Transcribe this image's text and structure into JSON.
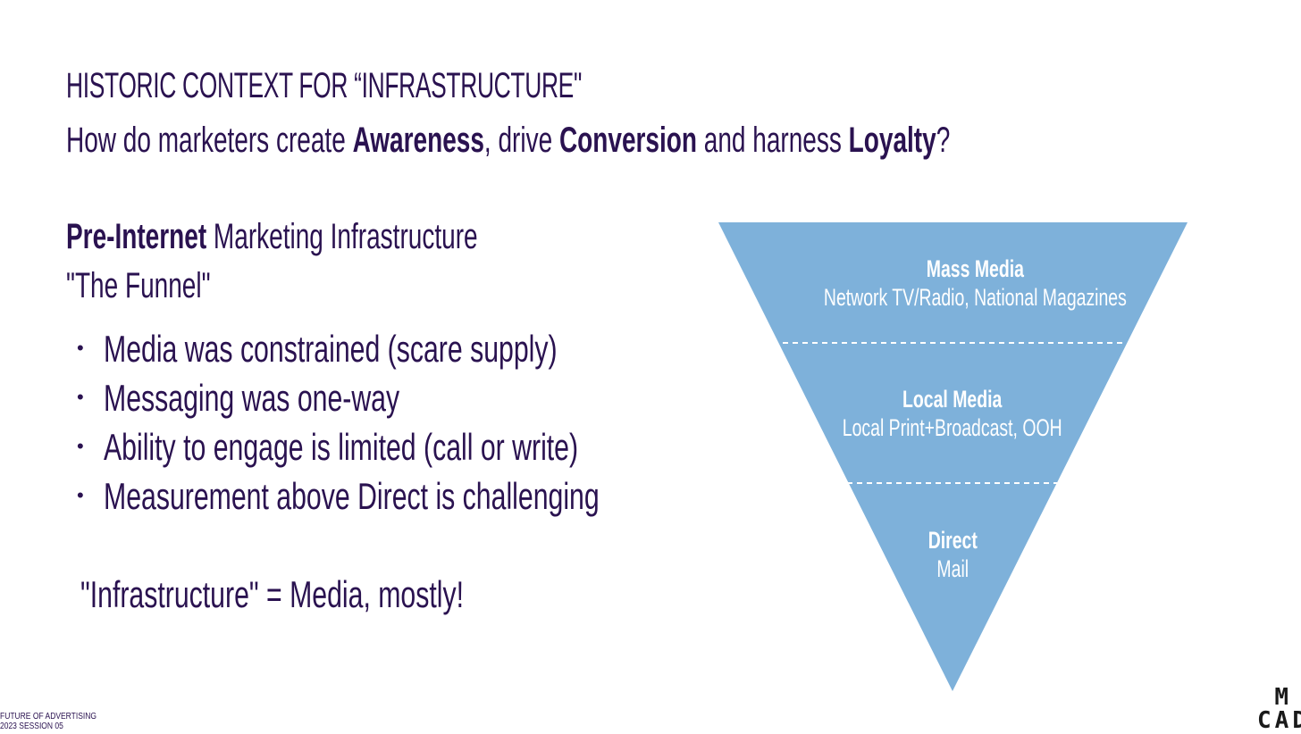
{
  "title": "HISTORIC CONTEXT FOR “INFRASTRUCTURE\"",
  "subtitle": {
    "pre1": "How do marketers create ",
    "k1": "Awareness",
    "pre2": ", drive ",
    "k2": "Conversion",
    "pre3": " and harness ",
    "k3": "Loyalty",
    "end": "?"
  },
  "section": {
    "bold": "Pre-Internet",
    "rest": " Marketing Infrastructure",
    "subheading": "\"The Funnel\""
  },
  "bullets": [
    "Media was constrained (scare supply)",
    "Messaging was one-way",
    "Ability to engage is limited (call or write)",
    "Measurement above Direct is challenging"
  ],
  "bullet_symbol": "•",
  "conclusion": "\"Infrastructure\" = Media, mostly!",
  "funnel": {
    "color": "#7eb1da",
    "levels": [
      {
        "title": "Mass Media",
        "desc": "Network TV/Radio, National Magazines"
      },
      {
        "title": "Local Media",
        "desc": "Local Print+Broadcast, OOH"
      },
      {
        "title": "Direct",
        "desc": "Mail"
      }
    ]
  },
  "footer": {
    "line1": "FUTURE OF ADVERTISING",
    "line2": "2023 SESSION 05"
  },
  "logo": {
    "line1": "M",
    "line2": "CAD"
  },
  "colors": {
    "text": "#2a1250",
    "funnel": "#7eb1da",
    "divider": "#ffffff"
  }
}
